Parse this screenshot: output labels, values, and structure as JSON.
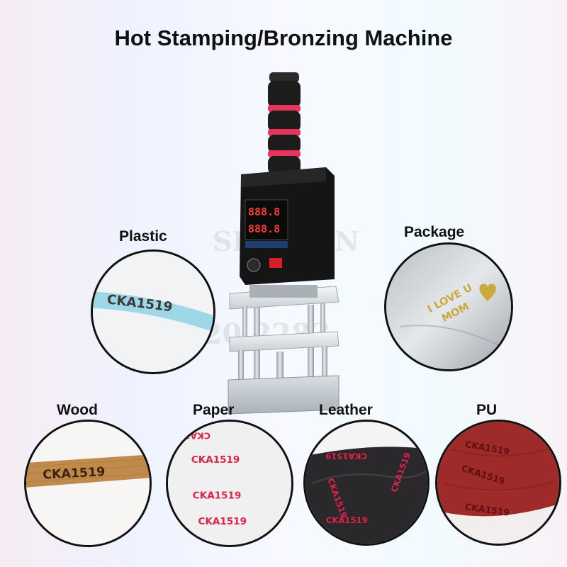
{
  "title": "Hot Stamping/Bronzing Machine",
  "machine": {
    "display_top": "888.8",
    "display_bottom": "888.8"
  },
  "samples": {
    "plastic": {
      "label": "Plastic",
      "text": "CKA1519"
    },
    "package": {
      "label": "Package",
      "text_line1": "I LOVE U",
      "text_line2": "MOM"
    },
    "wood": {
      "label": "Wood",
      "text": "CKA1519"
    },
    "paper": {
      "label": "Paper",
      "text": "CKA1519",
      "text_mirrored": "CKA1519"
    },
    "leather": {
      "label": "Leather",
      "text": "CKA1519"
    },
    "pu": {
      "label": "PU",
      "text": "CKA1519"
    }
  },
  "colors": {
    "foam_black": "#1c1c1c",
    "foam_red": "#e8345a",
    "plastic_strip": "#9ed8e6",
    "gold": "#c9a93a",
    "wood": "#c08a4c",
    "leather": "#1e1c1e",
    "pu": "#a8302e",
    "paper_print": "#e0224a"
  }
}
